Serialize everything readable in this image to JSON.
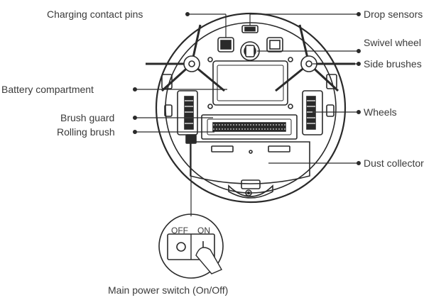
{
  "labels": {
    "charging_contact_pins": "Charging contact pins",
    "battery_compartment": "Battery compartment",
    "brush_guard": "Brush guard",
    "rolling_brush": "Rolling brush",
    "drop_sensors": "Drop sensors",
    "swivel_wheel": "Swivel wheel",
    "side_brushes": "Side brushes",
    "wheels": "Wheels",
    "dust_collector": "Dust collector",
    "main_power_switch": "Main power switch (On/Off)"
  },
  "switch": {
    "off_label": "OFF",
    "on_label": "ON"
  },
  "colors": {
    "line": "#2a2a2a",
    "body_fill": "#ffffff",
    "text": "#3a3a3a"
  }
}
